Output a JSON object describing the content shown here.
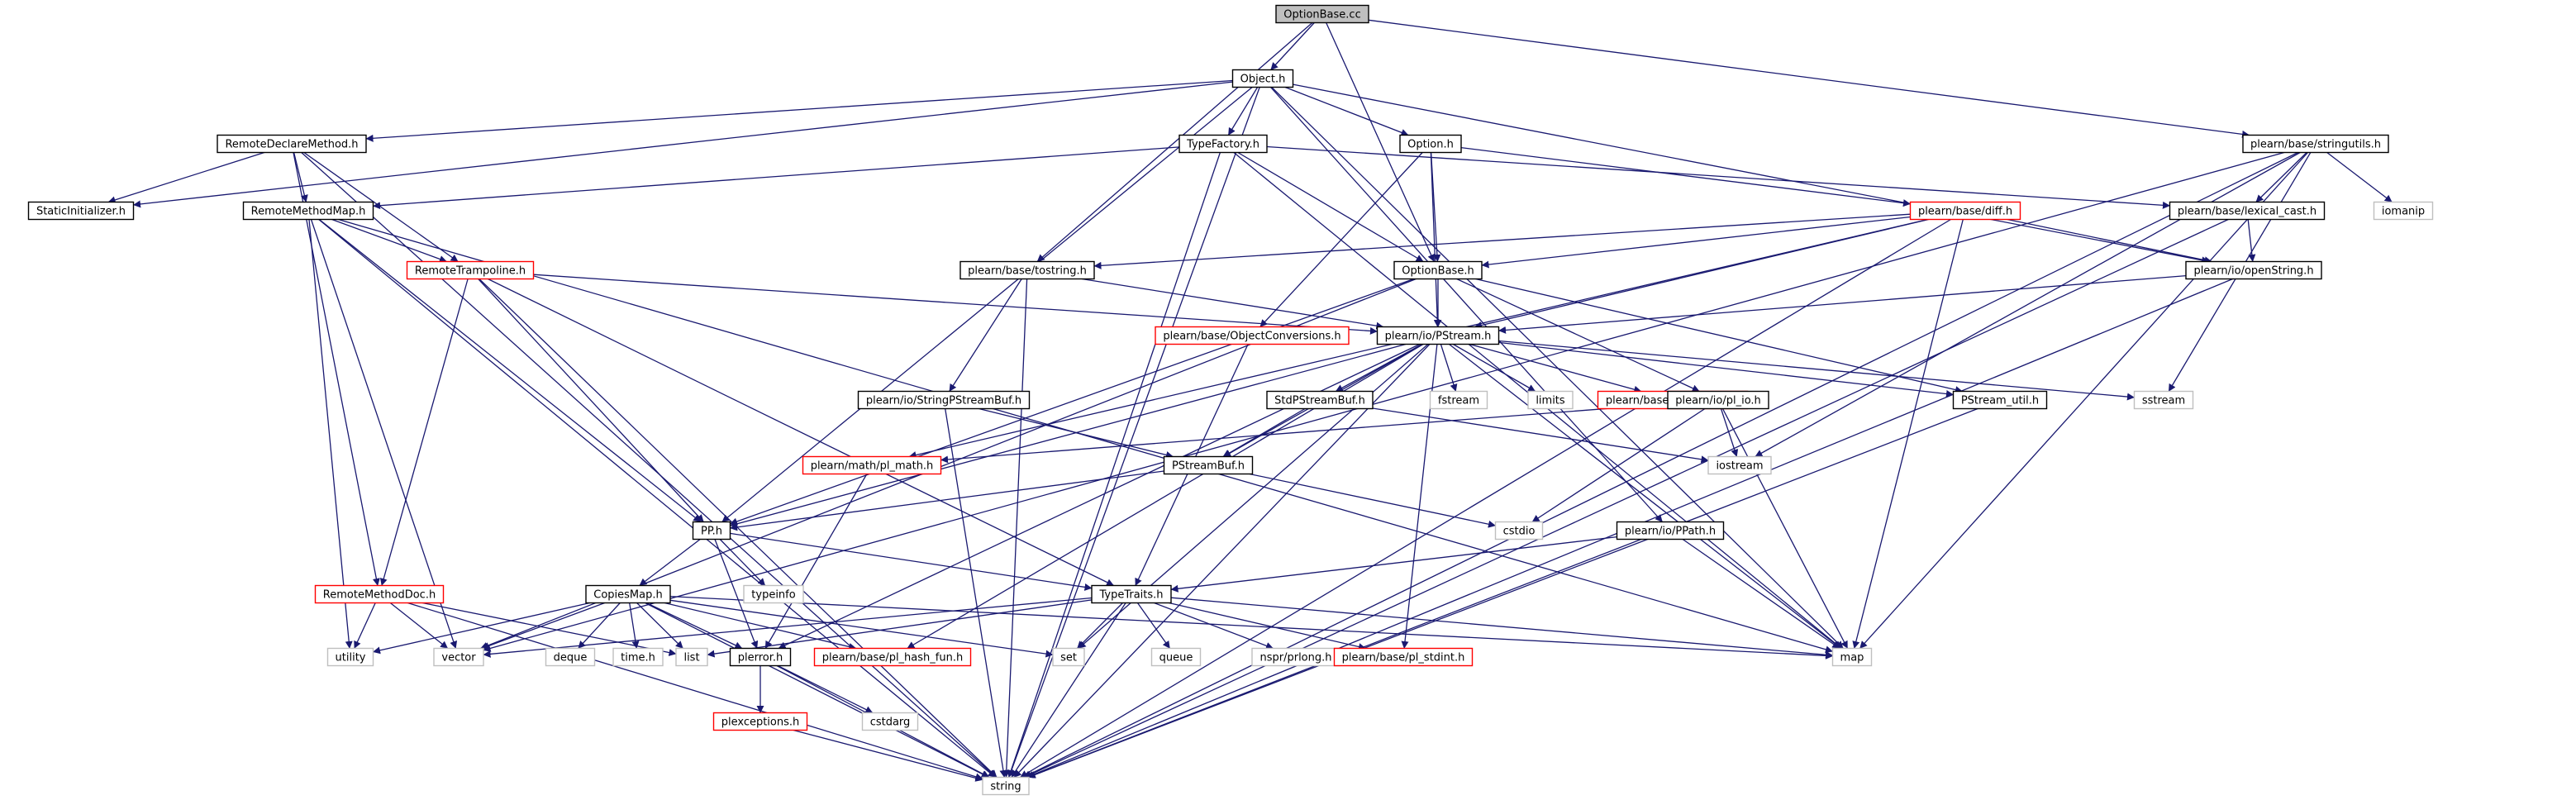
{
  "colors": {
    "edge": "#191970",
    "box_black": "#000000",
    "box_red": "#ff0000",
    "box_gray": "#bfbfbf",
    "root_fill": "#bfbfbf",
    "text": "#000000"
  },
  "nodes": [
    {
      "id": "optionbase_cc",
      "label": "OptionBase.cc",
      "style": "root"
    },
    {
      "id": "object_h",
      "label": "Object.h",
      "style": "black"
    },
    {
      "id": "remotedeclaremethod_h",
      "label": "RemoteDeclareMethod.h",
      "style": "black"
    },
    {
      "id": "staticinitializer_h",
      "label": "StaticInitializer.h",
      "style": "black"
    },
    {
      "id": "typefactory_h",
      "label": "TypeFactory.h",
      "style": "black"
    },
    {
      "id": "option_h",
      "label": "Option.h",
      "style": "black"
    },
    {
      "id": "stringutils_h",
      "label": "plearn/base/stringutils.h",
      "style": "black"
    },
    {
      "id": "remotemethodmap_h",
      "label": "RemoteMethodMap.h",
      "style": "black"
    },
    {
      "id": "remotetrampoline_h",
      "label": "RemoteTrampoline.h",
      "style": "red"
    },
    {
      "id": "diff_h",
      "label": "plearn/base/diff.h",
      "style": "red"
    },
    {
      "id": "lexical_cast_h",
      "label": "plearn/base/lexical_cast.h",
      "style": "black"
    },
    {
      "id": "iomanip",
      "label": "iomanip",
      "style": "gray"
    },
    {
      "id": "tostring_h",
      "label": "plearn/base/tostring.h",
      "style": "black"
    },
    {
      "id": "optionbase_h",
      "label": "OptionBase.h",
      "style": "black"
    },
    {
      "id": "openstring_h",
      "label": "plearn/io/openString.h",
      "style": "black"
    },
    {
      "id": "objectconversions_h",
      "label": "plearn/base/ObjectConversions.h",
      "style": "red"
    },
    {
      "id": "pstream_h",
      "label": "plearn/io/PStream.h",
      "style": "black"
    },
    {
      "id": "stringpstreambuf_h",
      "label": "plearn/io/StringPStreamBuf.h",
      "style": "black"
    },
    {
      "id": "stdpstreambuf_h",
      "label": "StdPStreamBuf.h",
      "style": "black"
    },
    {
      "id": "fstream",
      "label": "fstream",
      "style": "gray"
    },
    {
      "id": "limits",
      "label": "limits",
      "style": "gray"
    },
    {
      "id": "byte_order_h",
      "label": "plearn/base/byte_order.h",
      "style": "red"
    },
    {
      "id": "pl_io_h",
      "label": "plearn/io/pl_io.h",
      "style": "black"
    },
    {
      "id": "pstream_util_h",
      "label": "PStream_util.h",
      "style": "black"
    },
    {
      "id": "sstream",
      "label": "sstream",
      "style": "gray"
    },
    {
      "id": "pl_math_h",
      "label": "plearn/math/pl_math.h",
      "style": "red"
    },
    {
      "id": "pstreambuf_h",
      "label": "PStreamBuf.h",
      "style": "black"
    },
    {
      "id": "iostream",
      "label": "iostream",
      "style": "gray"
    },
    {
      "id": "pp_h",
      "label": "PP.h",
      "style": "black"
    },
    {
      "id": "cstdio",
      "label": "cstdio",
      "style": "gray"
    },
    {
      "id": "ppath_h",
      "label": "plearn/io/PPath.h",
      "style": "black"
    },
    {
      "id": "typeinfo",
      "label": "typeinfo",
      "style": "gray"
    },
    {
      "id": "remotemethoddoc_h",
      "label": "RemoteMethodDoc.h",
      "style": "red"
    },
    {
      "id": "copiesmap_h",
      "label": "CopiesMap.h",
      "style": "black"
    },
    {
      "id": "typetraits_h",
      "label": "TypeTraits.h",
      "style": "black"
    },
    {
      "id": "utility",
      "label": "utility",
      "style": "gray"
    },
    {
      "id": "vector",
      "label": "vector",
      "style": "gray"
    },
    {
      "id": "deque",
      "label": "deque",
      "style": "gray"
    },
    {
      "id": "time_h",
      "label": "time.h",
      "style": "gray"
    },
    {
      "id": "list",
      "label": "list",
      "style": "gray"
    },
    {
      "id": "plerror_h",
      "label": "plerror.h",
      "style": "black"
    },
    {
      "id": "pl_hash_fun_h",
      "label": "plearn/base/pl_hash_fun.h",
      "style": "red"
    },
    {
      "id": "set",
      "label": "set",
      "style": "gray"
    },
    {
      "id": "queue",
      "label": "queue",
      "style": "gray"
    },
    {
      "id": "prlong_h",
      "label": "nspr/prlong.h",
      "style": "gray"
    },
    {
      "id": "pl_stdint_h",
      "label": "plearn/base/pl_stdint.h",
      "style": "red"
    },
    {
      "id": "map",
      "label": "map",
      "style": "gray"
    },
    {
      "id": "plexceptions_h",
      "label": "plexceptions.h",
      "style": "red"
    },
    {
      "id": "cstdarg",
      "label": "cstdarg",
      "style": "gray"
    },
    {
      "id": "string",
      "label": "string",
      "style": "gray"
    }
  ],
  "edges": [
    [
      "optionbase_cc",
      "object_h"
    ],
    [
      "optionbase_cc",
      "tostring_h"
    ],
    [
      "optionbase_cc",
      "optionbase_h"
    ],
    [
      "optionbase_cc",
      "stringutils_h"
    ],
    [
      "object_h",
      "staticinitializer_h"
    ],
    [
      "object_h",
      "remotedeclaremethod_h"
    ],
    [
      "object_h",
      "typefactory_h"
    ],
    [
      "object_h",
      "option_h"
    ],
    [
      "object_h",
      "pp_h"
    ],
    [
      "object_h",
      "openstring_h"
    ],
    [
      "object_h",
      "ppath_h"
    ],
    [
      "object_h",
      "map"
    ],
    [
      "object_h",
      "string"
    ],
    [
      "remotedeclaremethod_h",
      "staticinitializer_h"
    ],
    [
      "remotedeclaremethod_h",
      "remotemethodmap_h"
    ],
    [
      "remotedeclaremethod_h",
      "remotetrampoline_h"
    ],
    [
      "remotedeclaremethod_h",
      "remotemethoddoc_h"
    ],
    [
      "remotedeclaremethod_h",
      "string"
    ],
    [
      "typefactory_h",
      "remotemethodmap_h"
    ],
    [
      "typefactory_h",
      "optionbase_h"
    ],
    [
      "typefactory_h",
      "map"
    ],
    [
      "typefactory_h",
      "string"
    ],
    [
      "typefactory_h",
      "lexical_cast_h"
    ],
    [
      "option_h",
      "optionbase_h"
    ],
    [
      "option_h",
      "diff_h"
    ],
    [
      "option_h",
      "objectconversions_h"
    ],
    [
      "option_h",
      "pstream_h"
    ],
    [
      "stringutils_h",
      "lexical_cast_h"
    ],
    [
      "stringutils_h",
      "iomanip"
    ],
    [
      "stringutils_h",
      "sstream"
    ],
    [
      "stringutils_h",
      "iostream"
    ],
    [
      "stringutils_h",
      "map"
    ],
    [
      "stringutils_h",
      "vector"
    ],
    [
      "stringutils_h",
      "string"
    ],
    [
      "remotemethodmap_h",
      "remotetrampoline_h"
    ],
    [
      "remotemethodmap_h",
      "pp_h"
    ],
    [
      "remotemethodmap_h",
      "map"
    ],
    [
      "remotemethodmap_h",
      "string"
    ],
    [
      "remotemethodmap_h",
      "vector"
    ],
    [
      "remotemethodmap_h",
      "utility"
    ],
    [
      "remotetrampoline_h",
      "pstream_h"
    ],
    [
      "remotetrampoline_h",
      "pp_h"
    ],
    [
      "remotetrampoline_h",
      "remotemethoddoc_h"
    ],
    [
      "remotetrampoline_h",
      "typetraits_h"
    ],
    [
      "remotetrampoline_h",
      "string"
    ],
    [
      "diff_h",
      "tostring_h"
    ],
    [
      "diff_h",
      "optionbase_h"
    ],
    [
      "diff_h",
      "openstring_h"
    ],
    [
      "diff_h",
      "pstream_h"
    ],
    [
      "diff_h",
      "pl_math_h"
    ],
    [
      "diff_h",
      "map"
    ],
    [
      "diff_h",
      "string"
    ],
    [
      "lexical_cast_h",
      "openstring_h"
    ],
    [
      "lexical_cast_h",
      "string"
    ],
    [
      "tostring_h",
      "pstream_h"
    ],
    [
      "tostring_h",
      "stringpstreambuf_h"
    ],
    [
      "tostring_h",
      "string"
    ],
    [
      "optionbase_h",
      "pstream_h"
    ],
    [
      "optionbase_h",
      "pl_io_h"
    ],
    [
      "optionbase_h",
      "pstream_util_h"
    ],
    [
      "optionbase_h",
      "vector"
    ],
    [
      "optionbase_h",
      "pp_h"
    ],
    [
      "openstring_h",
      "pstream_h"
    ],
    [
      "openstring_h",
      "string"
    ],
    [
      "objectconversions_h",
      "typetraits_h"
    ],
    [
      "pstream_h",
      "stdpstreambuf_h"
    ],
    [
      "pstream_h",
      "fstream"
    ],
    [
      "pstream_h",
      "limits"
    ],
    [
      "pstream_h",
      "byte_order_h"
    ],
    [
      "pstream_h",
      "pstream_util_h"
    ],
    [
      "pstream_h",
      "sstream"
    ],
    [
      "pstream_h",
      "pstreambuf_h"
    ],
    [
      "pstream_h",
      "pp_h"
    ],
    [
      "pstream_h",
      "plerror_h"
    ],
    [
      "pstream_h",
      "pl_hash_fun_h"
    ],
    [
      "pstream_h",
      "set"
    ],
    [
      "pstream_h",
      "map"
    ],
    [
      "pstream_h",
      "pl_stdint_h"
    ],
    [
      "pstream_h",
      "string"
    ],
    [
      "stringpstreambuf_h",
      "pstreambuf_h"
    ],
    [
      "stringpstreambuf_h",
      "string"
    ],
    [
      "stdpstreambuf_h",
      "pstreambuf_h"
    ],
    [
      "stdpstreambuf_h",
      "iostream"
    ],
    [
      "pl_io_h",
      "pl_math_h"
    ],
    [
      "pl_io_h",
      "iostream"
    ],
    [
      "pl_io_h",
      "cstdio"
    ],
    [
      "pl_io_h",
      "map"
    ],
    [
      "pstream_util_h",
      "string"
    ],
    [
      "pl_math_h",
      "plerror_h"
    ],
    [
      "pstreambuf_h",
      "pp_h"
    ],
    [
      "pstreambuf_h",
      "cstdio"
    ],
    [
      "ppath_h",
      "typetraits_h"
    ],
    [
      "ppath_h",
      "map"
    ],
    [
      "ppath_h",
      "string"
    ],
    [
      "pp_h",
      "copiesmap_h"
    ],
    [
      "pp_h",
      "typeinfo"
    ],
    [
      "pp_h",
      "typetraits_h"
    ],
    [
      "pp_h",
      "plerror_h"
    ],
    [
      "remotemethoddoc_h",
      "utility"
    ],
    [
      "remotemethoddoc_h",
      "vector"
    ],
    [
      "remotemethoddoc_h",
      "list"
    ],
    [
      "remotemethoddoc_h",
      "string"
    ],
    [
      "copiesmap_h",
      "utility"
    ],
    [
      "copiesmap_h",
      "vector"
    ],
    [
      "copiesmap_h",
      "deque"
    ],
    [
      "copiesmap_h",
      "time_h"
    ],
    [
      "copiesmap_h",
      "list"
    ],
    [
      "copiesmap_h",
      "plerror_h"
    ],
    [
      "copiesmap_h",
      "pl_hash_fun_h"
    ],
    [
      "copiesmap_h",
      "set"
    ],
    [
      "copiesmap_h",
      "map"
    ],
    [
      "copiesmap_h",
      "string"
    ],
    [
      "typetraits_h",
      "list"
    ],
    [
      "typetraits_h",
      "vector"
    ],
    [
      "typetraits_h",
      "set"
    ],
    [
      "typetraits_h",
      "queue"
    ],
    [
      "typetraits_h",
      "prlong_h"
    ],
    [
      "typetraits_h",
      "pl_stdint_h"
    ],
    [
      "typetraits_h",
      "map"
    ],
    [
      "typetraits_h",
      "string"
    ],
    [
      "plerror_h",
      "plexceptions_h"
    ],
    [
      "plerror_h",
      "cstdarg"
    ],
    [
      "plerror_h",
      "string"
    ],
    [
      "plexceptions_h",
      "string"
    ]
  ]
}
